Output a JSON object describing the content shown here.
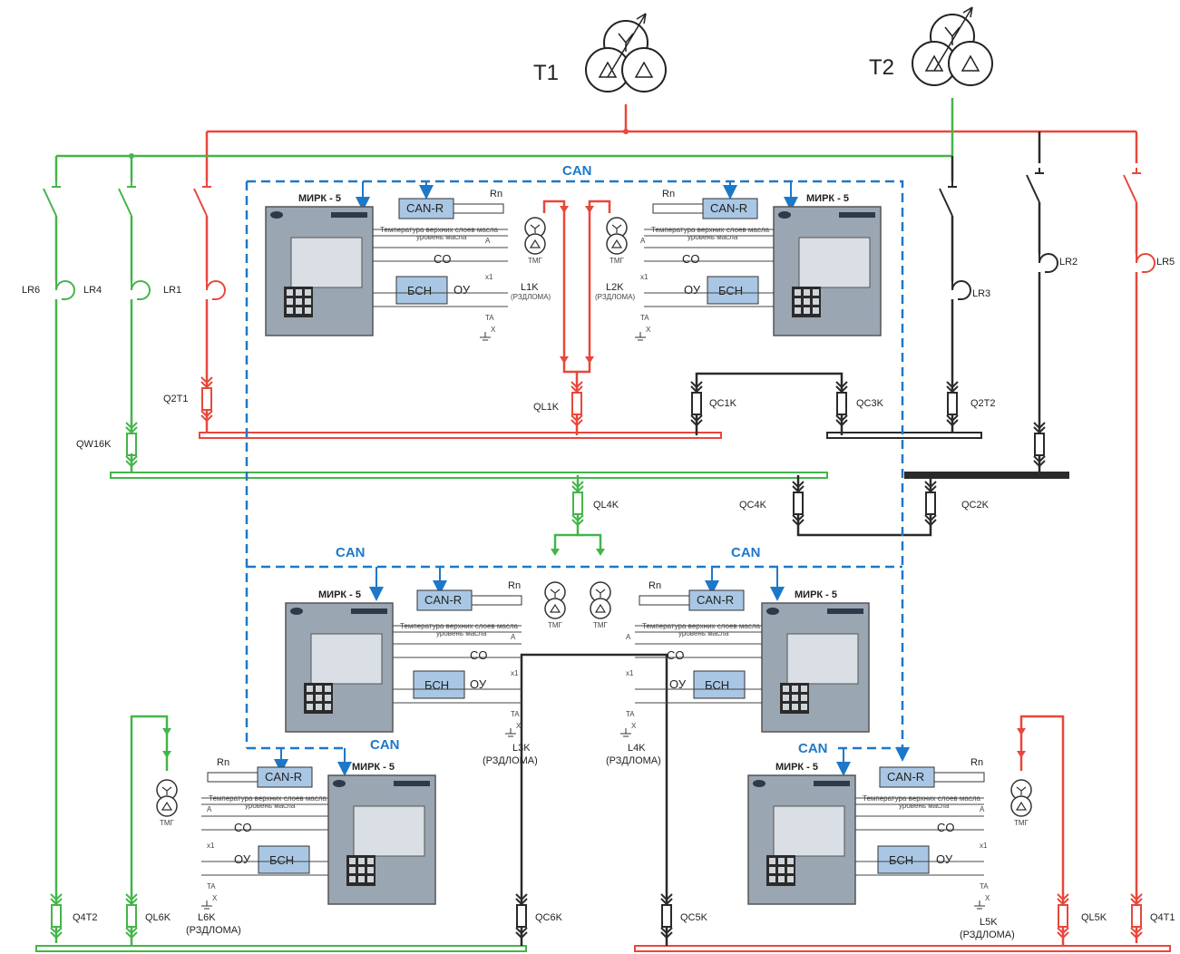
{
  "transformers": {
    "t1": "T1",
    "t2": "T2"
  },
  "can_label": "CAN",
  "device_name": "МИРК - 5",
  "can_r": "CAN-R",
  "bsn": "БСН",
  "co": "CO",
  "oy": "ОУ",
  "rn": "Rn",
  "tmg": "ТМГ",
  "ta": "TA",
  "x": "X",
  "x1": "x1",
  "a": "A",
  "sensor_text": "Температура верхних слоев масла\nуровень масла",
  "ruptured": "(РЗДЛОМА)",
  "reactors": {
    "lr6": "LR6",
    "lr4": "LR4",
    "lr1": "LR1",
    "lr3": "LR3",
    "lr2": "LR2",
    "lr5": "LR5"
  },
  "breakers": {
    "q2t1": "Q2T1",
    "qw16k": "QW16K",
    "ql1k": "QL1K",
    "qc1k": "QC1K",
    "qc3k": "QC3K",
    "q2t2": "Q2T2",
    "ql4k": "QL4K",
    "qc4k": "QC4K",
    "qc2k": "QC2K",
    "q4t2": "Q4T2",
    "ql6k": "QL6K",
    "qc6k": "QC6K",
    "qc5k": "QC5K",
    "ql5k": "QL5K",
    "q4t1": "Q4T1"
  },
  "feeders": {
    "l1k": "L1K",
    "l2k": "L2K",
    "l3k": "L3K",
    "l4k": "L4K",
    "l5k": "L5K",
    "l6k": "L6K"
  },
  "colors": {
    "red": "#e8473b",
    "green": "#44b54a",
    "black": "#2a2a2a",
    "blue": "#1e78c8",
    "panel": "#9aa6b2",
    "box": "#a9c7e4"
  }
}
